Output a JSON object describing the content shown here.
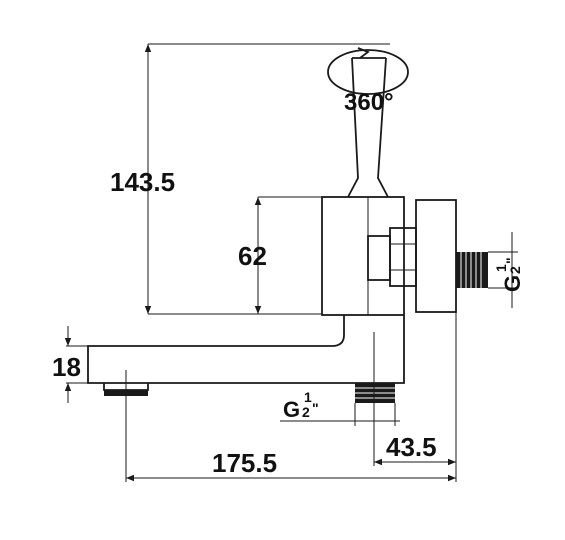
{
  "labels": {
    "height_total": "143.5",
    "height_body": "62",
    "rotation": "360°",
    "spout_thickness": "18",
    "length_total": "175.5",
    "offset_right": "43.5",
    "thread_bottom_g": "G",
    "thread_bottom_1": "1",
    "thread_bottom_2": "2",
    "thread_bottom_q": "\"",
    "thread_side_g": "G",
    "thread_side_1": "1",
    "thread_side_2": "2",
    "thread_side_q": "\""
  },
  "colors": {
    "stroke": "#1a1a1a",
    "text": "#111111"
  }
}
